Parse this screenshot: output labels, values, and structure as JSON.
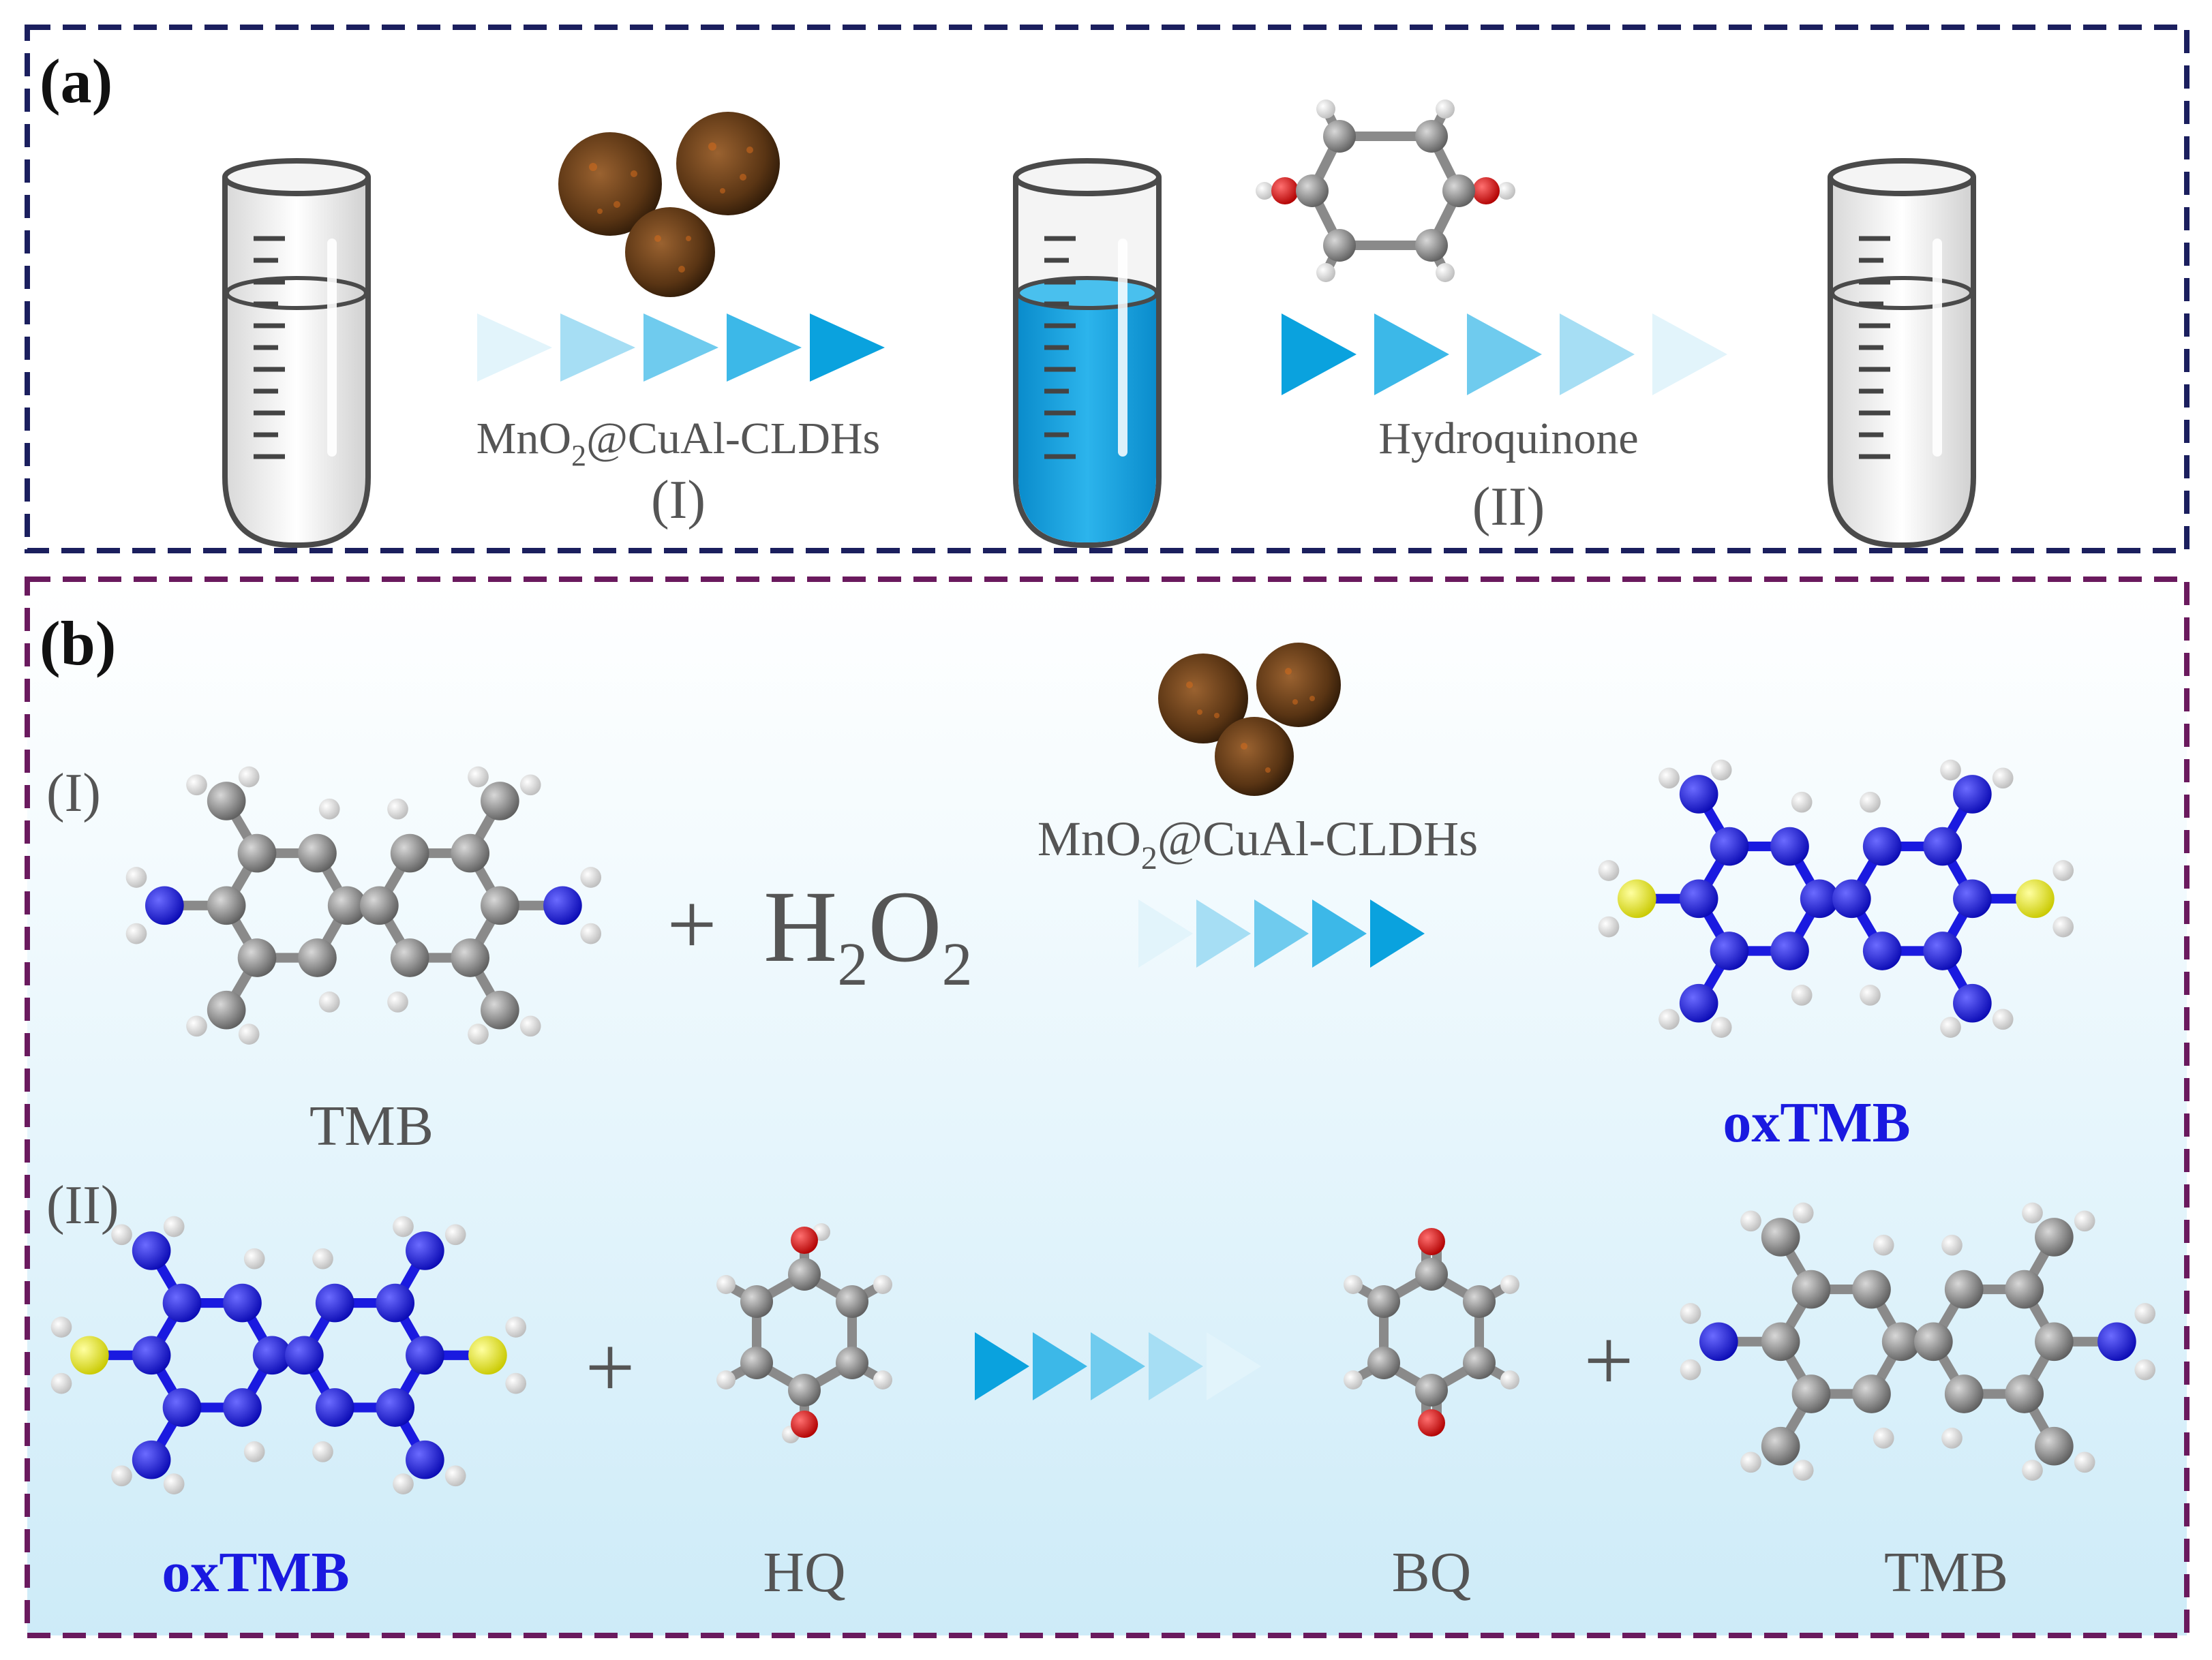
{
  "panel_a": {
    "label": "(a)",
    "step1": {
      "reagent_main": "MnO",
      "reagent_sub": "2",
      "reagent_rest": "@CuAl-CLDHs",
      "step": "(I)"
    },
    "step2": {
      "reagent": "Hydroquinone",
      "step": "(II)"
    }
  },
  "panel_b": {
    "label": "(b)",
    "row1": {
      "step": "(I)",
      "reactant": "TMB",
      "plus": "+",
      "h2o2": {
        "h": "H",
        "sub1": "2",
        "o": "O",
        "sub2": "2"
      },
      "catalyst_main": "MnO",
      "catalyst_sub": "2",
      "catalyst_rest": "@CuAl-CLDHs",
      "product": "oxTMB"
    },
    "row2": {
      "step": "(II)",
      "reactant1": "oxTMB",
      "plus1": "+",
      "reactant2": "HQ",
      "product1": "BQ",
      "plus2": "+",
      "product2": "TMB"
    }
  },
  "colors": {
    "frame_a": "#1b1f5e",
    "frame_b": "#6a1a5e",
    "arrow_dark": "#0aa2de",
    "liquid_blue": "#1aa7e0",
    "ox_blue": "#1a1ae0",
    "carbon": "#808080",
    "oxygen": "#dd1111",
    "sulfur": "#e8e81a"
  }
}
